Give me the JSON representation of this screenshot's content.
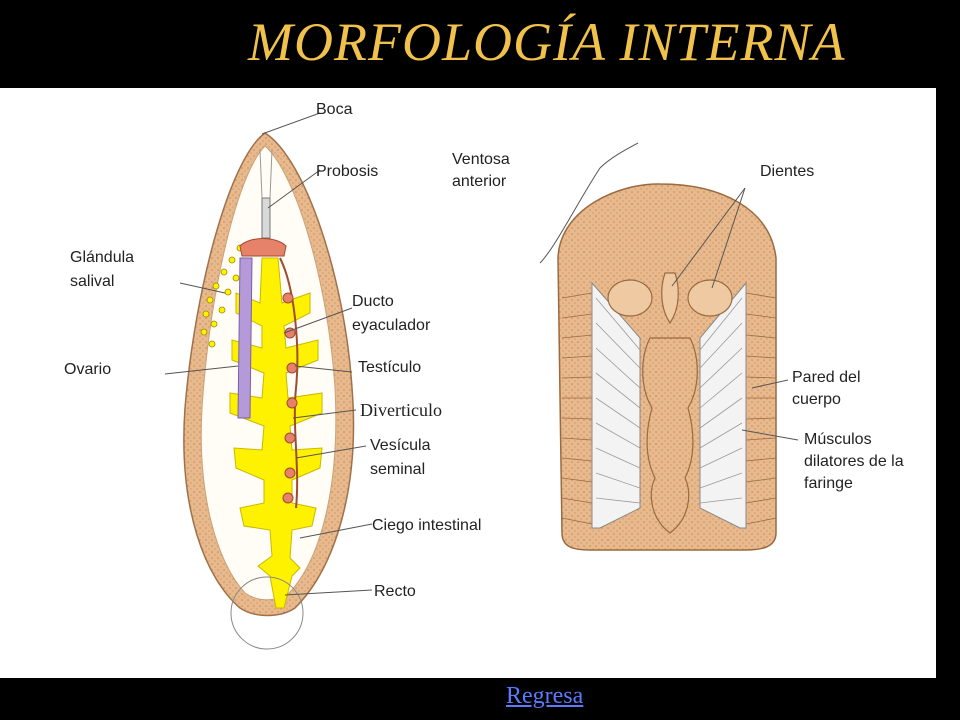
{
  "title": "MORFOLOGÍA INTERNA",
  "labels": {
    "boca": "Boca",
    "probosis": "Probosis",
    "glandula_1": "Glándula",
    "glandula_2": "salival",
    "ducto_1": "Ducto",
    "ducto_2": "eyaculador",
    "ovario": "Ovario",
    "testiculo": "Testículo",
    "diverticulo": "Diverticulo",
    "vesicula_1": "Vesícula",
    "vesicula_2": "seminal",
    "ciego": "Ciego intestinal",
    "recto": "Recto",
    "ventosa_1": "Ventosa",
    "ventosa_2": "anterior",
    "dientes": "Dientes",
    "pared_1": "Pared del",
    "pared_2": "cuerpo",
    "musculos_1": "Músculos",
    "musculos_2": "dilatores de la",
    "musculos_3": "faringe"
  },
  "footer": {
    "link": "Regresa"
  },
  "colors": {
    "title": "#f0c14b",
    "intestine": "#fff200",
    "ovary": "#b49ad8",
    "reproductive": "#e6826a",
    "body": "#e7b98c",
    "link": "#5a7bff"
  }
}
